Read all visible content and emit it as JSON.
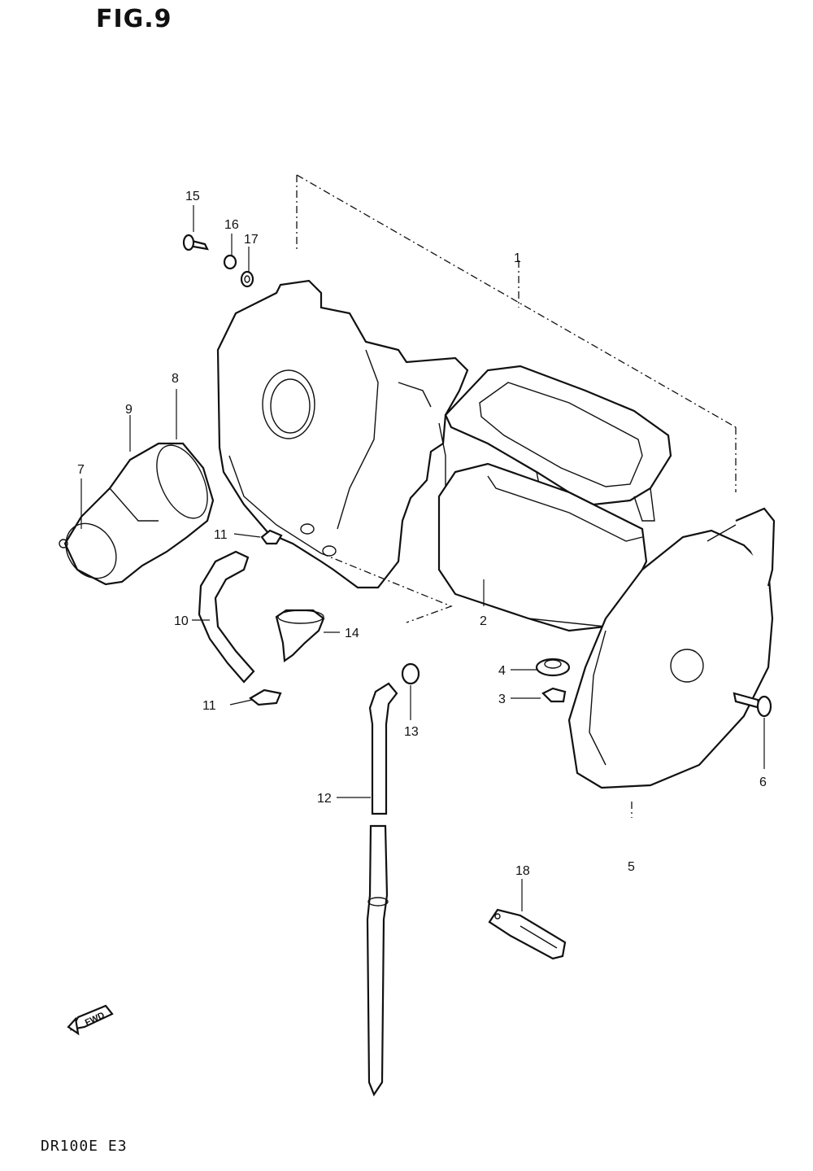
{
  "figure": {
    "title": "FIG.9",
    "model": "DR100E E3",
    "fwd_marker": "FWD"
  },
  "callouts": [
    {
      "id": "1",
      "label": "1"
    },
    {
      "id": "2",
      "label": "2"
    },
    {
      "id": "3",
      "label": "3"
    },
    {
      "id": "4",
      "label": "4"
    },
    {
      "id": "5",
      "label": "5"
    },
    {
      "id": "6",
      "label": "6"
    },
    {
      "id": "7",
      "label": "7"
    },
    {
      "id": "8",
      "label": "8"
    },
    {
      "id": "9",
      "label": "9"
    },
    {
      "id": "10",
      "label": "10"
    },
    {
      "id": "11a",
      "label": "11"
    },
    {
      "id": "11b",
      "label": "11"
    },
    {
      "id": "12",
      "label": "12"
    },
    {
      "id": "13",
      "label": "13"
    },
    {
      "id": "14",
      "label": "14"
    },
    {
      "id": "15",
      "label": "15"
    },
    {
      "id": "16",
      "label": "16"
    },
    {
      "id": "17",
      "label": "17"
    },
    {
      "id": "18",
      "label": "18"
    }
  ]
}
